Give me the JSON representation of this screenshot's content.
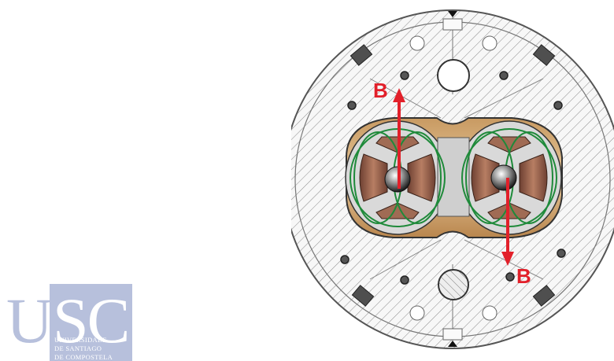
{
  "logo": {
    "letter_u": "U",
    "letters_sc": "SC",
    "line1": "UNIVERSIDADE",
    "line2": "DE SANTIAGO",
    "line3": "DE COMPOSTELA",
    "color": "#b7c0dc"
  },
  "diagram": {
    "field_label_left": "B",
    "field_label_right": "B",
    "arrow_color": "#e2202a",
    "field_line_color": "#1f8a3a",
    "coil_color": "#8a5a44"
  }
}
